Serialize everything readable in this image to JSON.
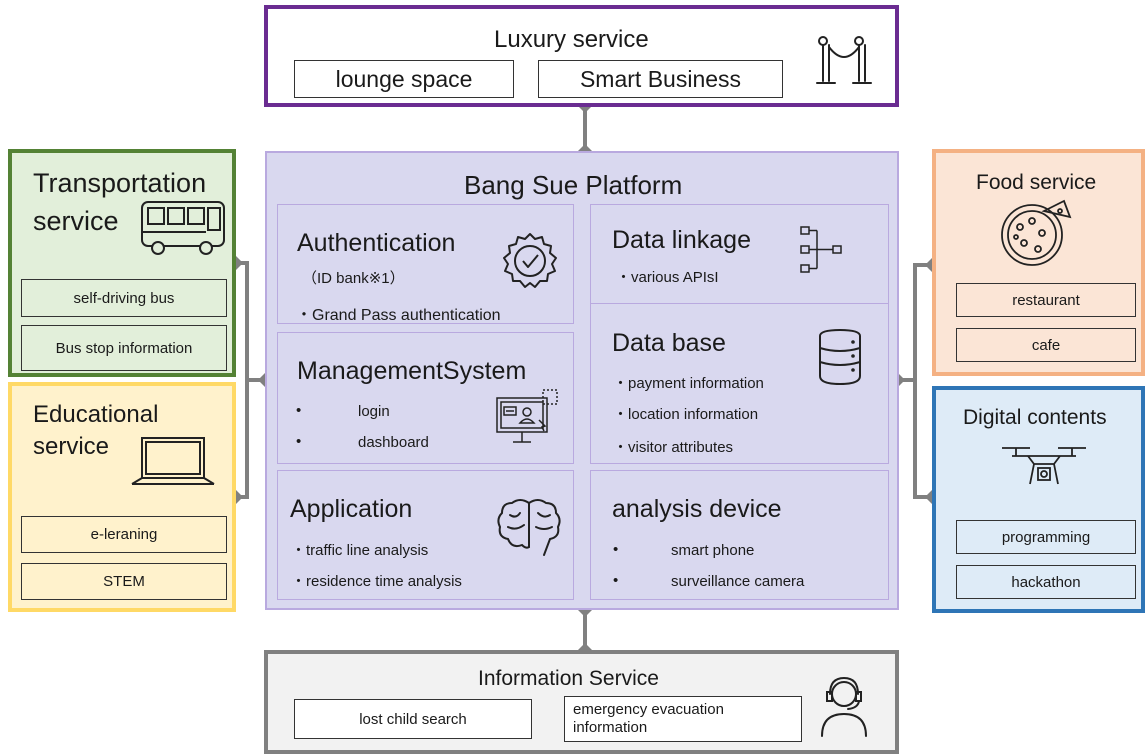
{
  "luxury": {
    "title": "Luxury service",
    "items": [
      "lounge space",
      "Smart Business"
    ]
  },
  "platform": {
    "title": "Bang Sue Platform",
    "authentication": {
      "title": "Authentication",
      "note": "（ID bank※1）",
      "bullet": "・Grand Pass authentication"
    },
    "data_linkage": {
      "title": "Data linkage",
      "bullet": "・various APIsI"
    },
    "management": {
      "title": "ManagementSystem",
      "bullets": [
        "login",
        "dashboard"
      ]
    },
    "database": {
      "title": "Data base",
      "bullets": [
        "・payment information",
        "・location information",
        "・visitor attributes"
      ]
    },
    "application": {
      "title": "Application",
      "bullets": [
        "・traffic line analysis",
        "・residence time analysis"
      ]
    },
    "analysis": {
      "title": "analysis device",
      "bullets": [
        "smart phone",
        "surveillance camera"
      ]
    },
    "bullet_dot": "•"
  },
  "transportation": {
    "title_line1": "Transportation",
    "title_line2": "service",
    "items": [
      "self-driving bus",
      "Bus stop information"
    ]
  },
  "educational": {
    "title_line1": "Educational",
    "title_line2": "service",
    "items": [
      "e-leraning",
      "STEM"
    ]
  },
  "food": {
    "title": "Food service",
    "items": [
      "restaurant",
      "cafe"
    ]
  },
  "digital": {
    "title": "Digital contents",
    "items": [
      "programming",
      "hackathon"
    ]
  },
  "information": {
    "title": "Information Service",
    "items": [
      "lost child search"
    ],
    "evac_line1": "emergency evacuation",
    "evac_line2": "information"
  },
  "colors": {
    "luxury": "#6a2c91",
    "platform_fill": "#d9d8ef",
    "platform_border": "#b9a9df",
    "transport_border": "#548235",
    "transport_fill": "#e2efda",
    "edu_border": "#ffd966",
    "edu_fill": "#fff2cc",
    "food_border": "#f4b183",
    "food_fill": "#fbe5d6",
    "digital_border": "#2e75b6",
    "digital_fill": "#deebf7",
    "info_border": "#808080",
    "info_fill": "#f2f2f2",
    "connector": "#808080"
  }
}
